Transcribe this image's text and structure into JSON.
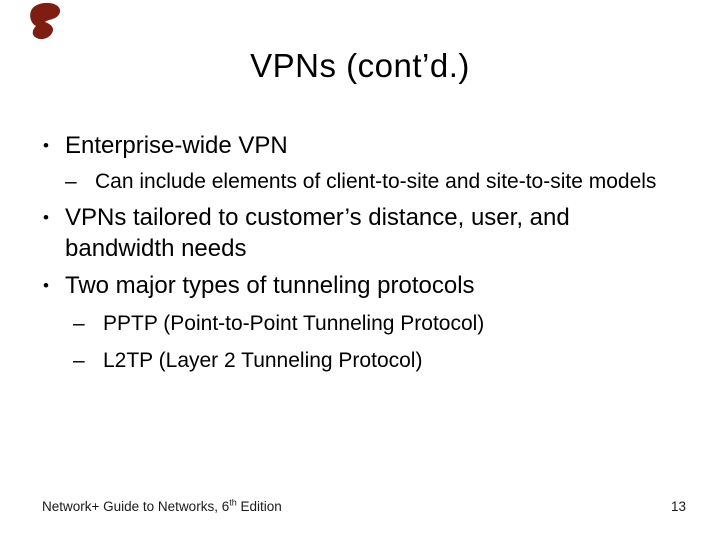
{
  "slide": {
    "title": "VPNs (cont’d.)"
  },
  "content": {
    "items": [
      {
        "level": 1,
        "marker": "•",
        "text": "Enterprise-wide VPN"
      },
      {
        "level": 2,
        "marker": "–",
        "text": "Can include elements of client-to-site and site-to-site models"
      },
      {
        "level": 1,
        "marker": "•",
        "text": "VPNs tailored to customer’s distance, user, and bandwidth needs"
      },
      {
        "level": 1,
        "marker": "•",
        "text": "Two major types of tunneling protocols"
      },
      {
        "level": 2,
        "marker": "–",
        "text": "PPTP (Point-to-Point Tunneling Protocol)"
      },
      {
        "level": 2,
        "marker": "–",
        "text": "L2TP (Layer 2 Tunneling Protocol)"
      }
    ]
  },
  "footer": {
    "left_prefix": "Network+ Guide to Networks, 6",
    "left_sup": "th",
    "left_suffix": " Edition",
    "page_number": "13"
  },
  "colors": {
    "background": "#ffffff",
    "text": "#000000",
    "annotation": "#7e1d12"
  }
}
